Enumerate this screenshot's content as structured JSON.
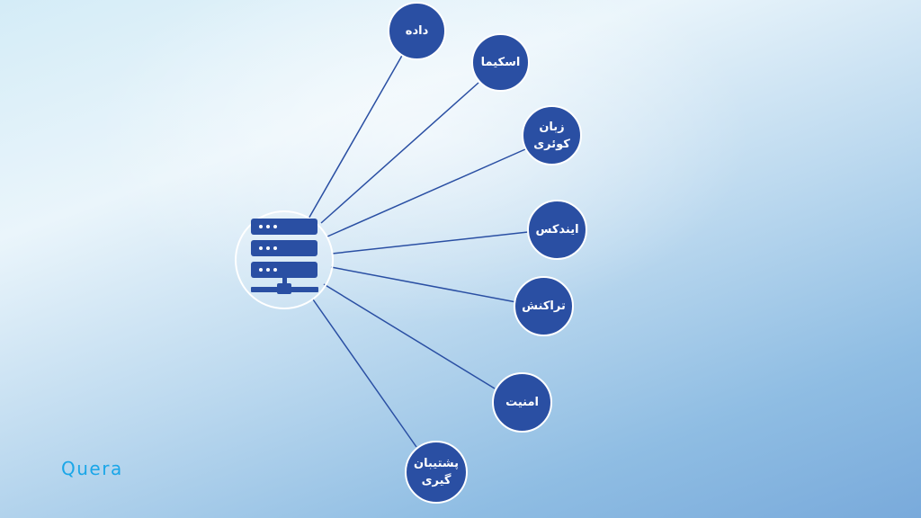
{
  "diagram": {
    "hub": {
      "icon": "server-rack-icon"
    },
    "nodes": [
      {
        "key": "data",
        "label": "داده"
      },
      {
        "key": "schema",
        "label": "اسکیما"
      },
      {
        "key": "query-language",
        "label": "زبان\nکوئری"
      },
      {
        "key": "index",
        "label": "ایندکس"
      },
      {
        "key": "transaction",
        "label": "تراکنش"
      },
      {
        "key": "security",
        "label": "امنیت"
      },
      {
        "key": "backup",
        "label": "پشتیبان\nگیری"
      }
    ],
    "colors": {
      "node_fill": "#2a4fa3",
      "line": "#2a4fa3",
      "brand": "#1aa6e8"
    }
  },
  "brand": {
    "logo_text": "Quera"
  }
}
